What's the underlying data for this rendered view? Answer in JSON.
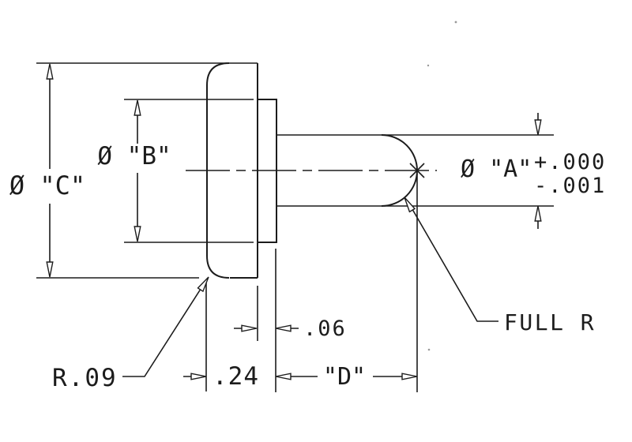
{
  "drawing": {
    "type": "engineering-dimension-drawing",
    "part": "flanged-pin-side-view",
    "labels": {
      "dia_c": "Ø \"C\"",
      "dia_b": "Ø \"B\"",
      "dia_a": "Ø \"A\"",
      "tol_plus": "+.000",
      "tol_minus": "-.001",
      "radius_note": "R.09",
      "flange_thickness": ".06",
      "head_thickness": ".24",
      "pin_length": "\"D\"",
      "full_radius_note": "FULL R"
    }
  },
  "colors": {
    "ink": "#1c1c1c",
    "background": "#ffffff"
  }
}
